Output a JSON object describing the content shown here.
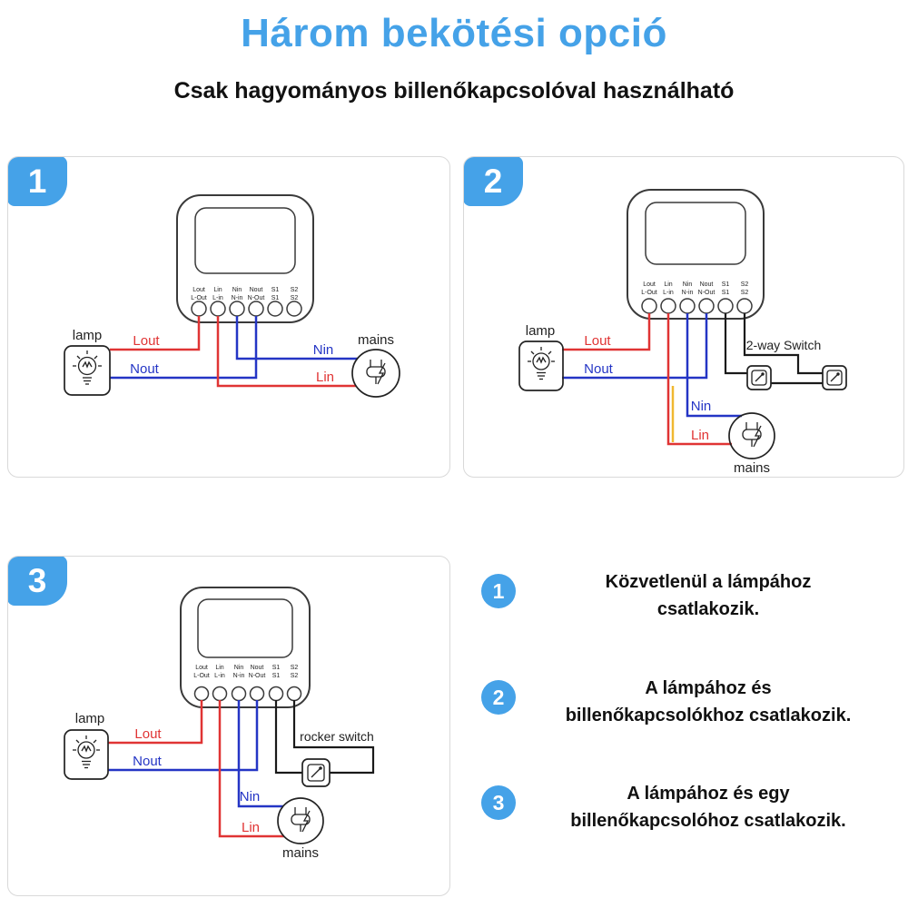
{
  "title": "Három bekötési opció",
  "subtitle": "Csak hagyományos billenőkapcsolóval használható",
  "colors": {
    "accent_blue": "#45a2e8",
    "wire_red": "#e03434",
    "wire_blue": "#2435c5",
    "wire_yellow": "#f0b830",
    "wire_black": "#1a1a1a"
  },
  "module": {
    "terminals_row1": [
      "Lout",
      "Lin",
      "Nin",
      "Nout",
      "S1",
      "S2"
    ],
    "terminals_row2": [
      "L-Out",
      "L-in",
      "N-in",
      "N-Out",
      "S1",
      "S2"
    ]
  },
  "panels": {
    "p1": {
      "number": "1",
      "lamp": "lamp",
      "mains": "mains",
      "wire_lout": "Lout",
      "wire_nout": "Nout",
      "wire_nin": "Nin",
      "wire_lin": "Lin"
    },
    "p2": {
      "number": "2",
      "lamp": "lamp",
      "mains": "mains",
      "switch_label": "2-way Switch",
      "wire_lout": "Lout",
      "wire_nout": "Nout",
      "wire_nin": "Nin",
      "wire_lin": "Lin"
    },
    "p3": {
      "number": "3",
      "lamp": "lamp",
      "mains": "mains",
      "switch_label": "rocker switch",
      "wire_lout": "Lout",
      "wire_nout": "Nout",
      "wire_nin": "Nin",
      "wire_lin": "Lin"
    }
  },
  "legend": [
    {
      "number": "1",
      "line1": "Közvetlenül a lámpához",
      "line2": "csatlakozik."
    },
    {
      "number": "2",
      "line1": "A lámpához és",
      "line2": "billenőkapcsolókhoz csatlakozik."
    },
    {
      "number": "3",
      "line1": "A lámpához és egy",
      "line2": "billenőkapcsolóhoz csatlakozik."
    }
  ]
}
